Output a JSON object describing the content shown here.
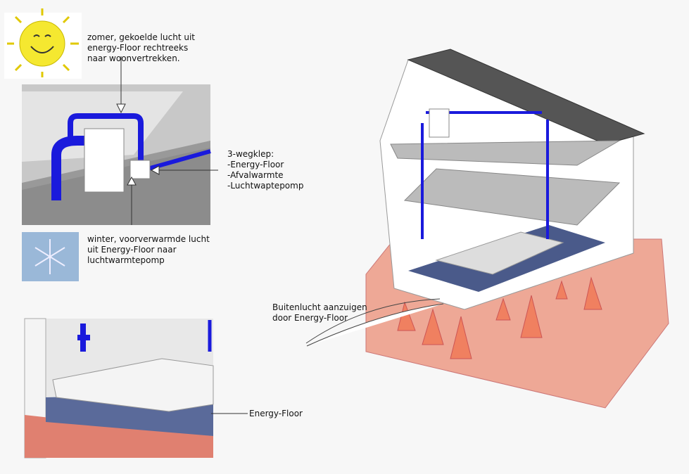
{
  "labels": {
    "summer": "zomer, gekoelde lucht uit\nenergy-Floor rechtreeks\nnaar woonvertrekken.",
    "valve_title": "3-wegklep:",
    "valve_options": [
      "-Energy-Floor",
      "-Afvalwarmte",
      "-Luchtwaptepomp"
    ],
    "winter": "winter, voorverwarmde lucht\nuit Energy-Floor naar\nluchtwarmtepomp",
    "outside_air": "Buitenlucht aanzuigen\ndoor Energy-Floor",
    "energy_floor": "Energy-Floor"
  },
  "colors": {
    "duct": "#1a1adc",
    "ground": "#e8907a",
    "floor": "#5a6a9a",
    "roof": "#555555"
  }
}
